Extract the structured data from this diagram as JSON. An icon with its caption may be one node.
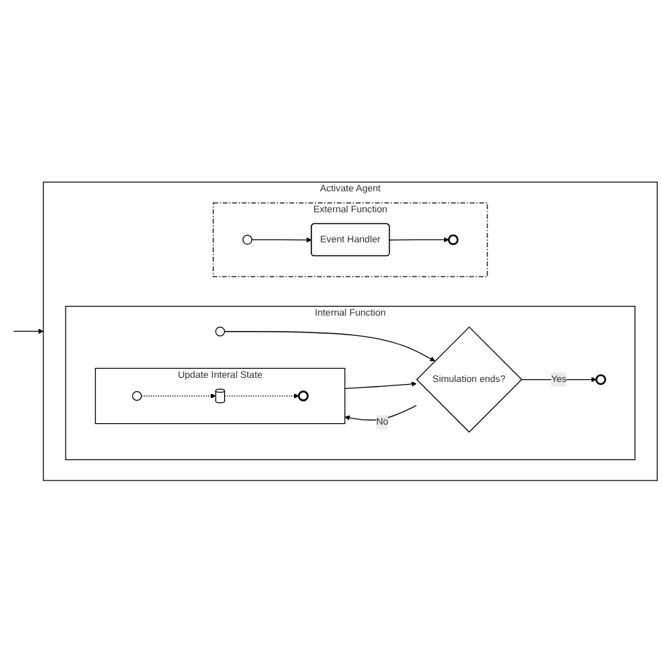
{
  "diagram": {
    "nodes": [
      {
        "text": [
          "Activate Agent"
        ]
      },
      {
        "text": [
          "Internal Function"
        ],
        "in": 0
      },
      {
        "text": [],
        "shape": "circle",
        "in": 1
      },
      {
        "text": [
          "Simulation ends?"
        ],
        "in": 1
      },
      {
        "text": [],
        "shape": "circle",
        "in": 1
      },
      {
        "text": [
          "Update Interal State"
        ],
        "in": 1
      },
      {
        "text": [],
        "shape": "circle",
        "in": 5
      },
      {
        "text": [],
        "shape": "cylinder",
        "in": 5
      },
      {
        "text": [],
        "shape": "circle",
        "in": 5
      },
      {
        "text": [
          "External Function"
        ],
        "in": 0
      },
      {
        "text": [],
        "shape": "circle",
        "in": 9
      },
      {
        "text": [
          "Event Handler"
        ],
        "in": 9
      },
      {
        "text": [],
        "shape": "circle",
        "in": 9
      }
    ],
    "edges": [
      {
        "from": null,
        "to": 0,
        "arrow": "to"
      },
      {
        "from": 2,
        "to": 3,
        "arrow": "to"
      },
      {
        "from": 3,
        "to": 4,
        "label": "Yes",
        "arrow": "to"
      },
      {
        "from": 3,
        "to": 5,
        "label": "No",
        "arrow": "to"
      },
      {
        "from": 6,
        "to": 7,
        "arrow": "to",
        "style": "dashed"
      },
      {
        "from": 7,
        "to": 8,
        "arrow": "to",
        "style": "dashed"
      },
      {
        "from": 5,
        "to": 3,
        "arrow": "to"
      },
      {
        "from": 10,
        "to": 11,
        "arrow": "to"
      },
      {
        "from": 11,
        "to": 12,
        "arrow": "to"
      }
    ]
  }
}
